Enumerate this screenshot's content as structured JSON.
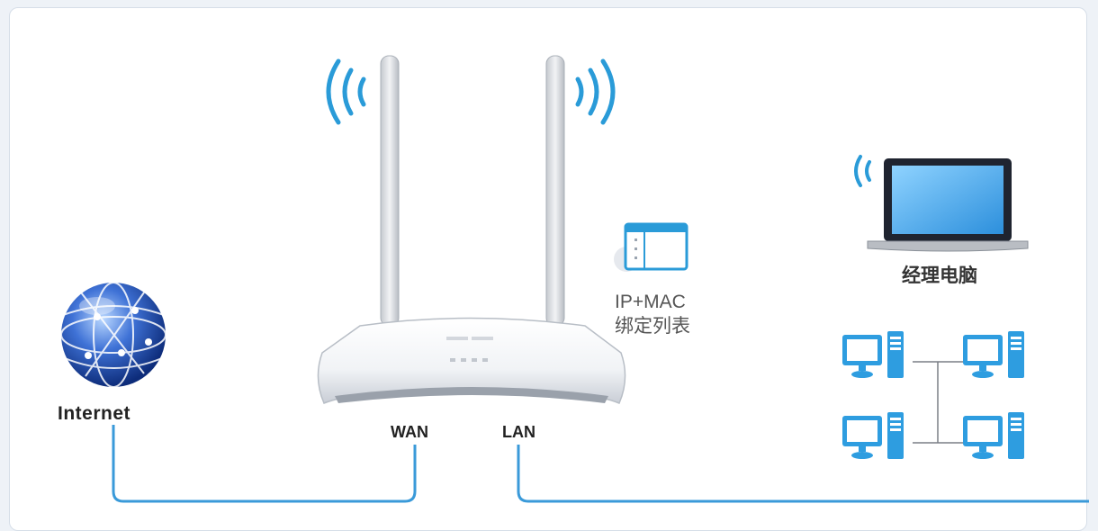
{
  "labels": {
    "internet": "Internet",
    "wan": "WAN",
    "lan": "LAN",
    "laptop": "经理电脑",
    "binding_line1": "IP+MAC",
    "binding_line2": "绑定列表"
  },
  "icons": {
    "globe": "globe-icon",
    "router": "router-icon",
    "wifi_left": "wifi-signal-icon",
    "wifi_right": "wifi-signal-icon",
    "list": "binding-list-icon",
    "laptop": "laptop-icon",
    "pc": "desktop-pc-icon"
  },
  "colors": {
    "accent": "#2a9bd8",
    "cable": "#3a9ad9",
    "pc_blue": "#2e9de0"
  }
}
